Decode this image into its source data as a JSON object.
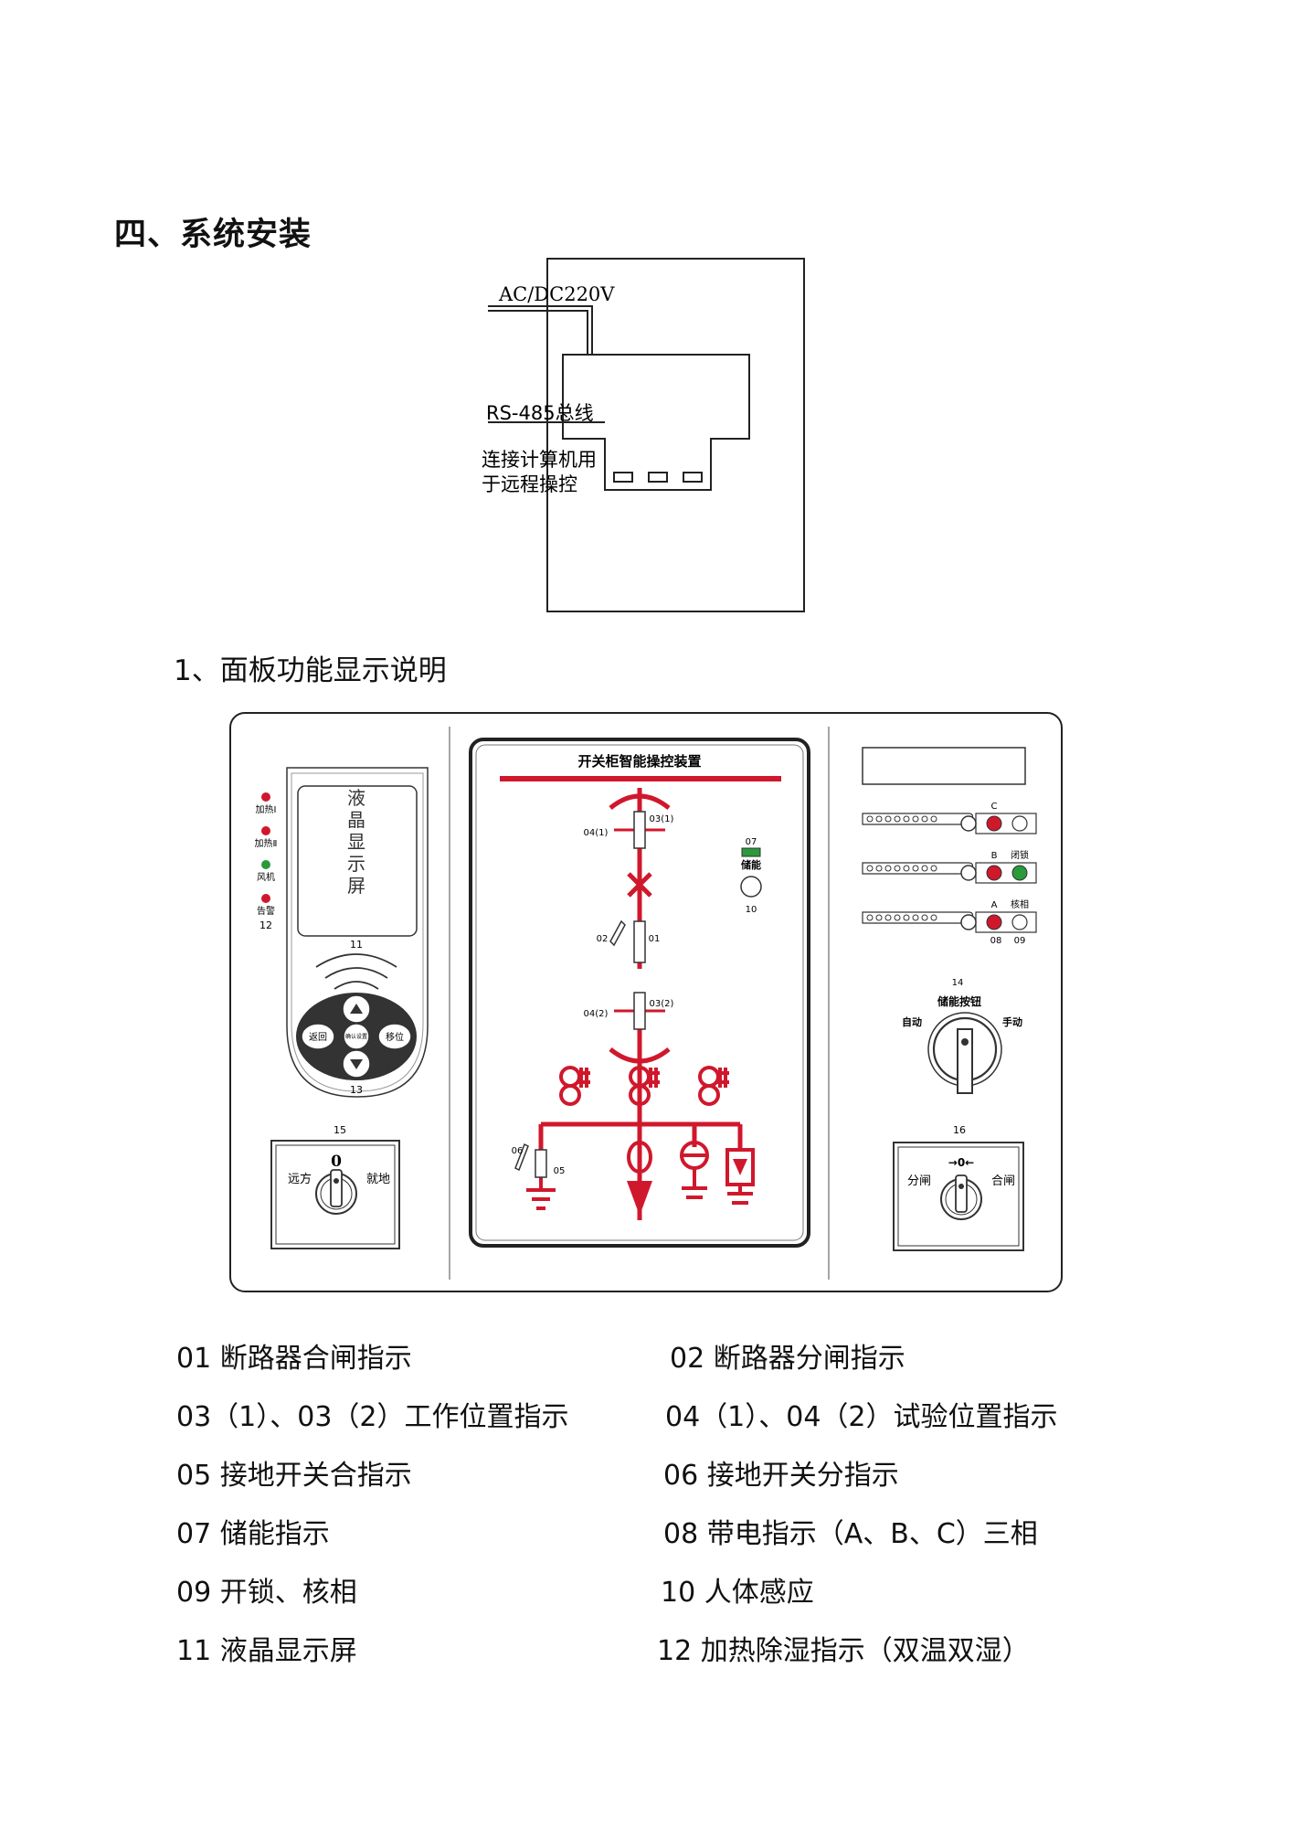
{
  "section_title": "四、系统安装",
  "install": {
    "power_label": "AC/DC220V",
    "bus_label": "RS-485总线",
    "pc_line1": "连接计算机用",
    "pc_line2": "于远程操控"
  },
  "panel_title": "1、面板功能显示说明",
  "panel": {
    "device_title": "开关柜智能操控装置",
    "lcd_label": "液晶显示屏",
    "leds": [
      {
        "label": "加热Ⅰ",
        "color": "#d0182c"
      },
      {
        "label": "加热Ⅱ",
        "color": "#d0182c"
      },
      {
        "label": "风机",
        "color": "#2a9a3a"
      },
      {
        "label": "告警",
        "color": "#d0182c"
      }
    ],
    "keys": {
      "back": "返回",
      "confirm": "确认设置",
      "shift": "移位"
    },
    "num": {
      "n01": "01",
      "n02": "02",
      "n03a": "03(1)",
      "n03b": "03(2)",
      "n04a": "04(1)",
      "n04b": "04(2)",
      "n05": "05",
      "n06": "06",
      "n07": "07",
      "n08": "08",
      "n09": "09",
      "n10": "10",
      "n11": "11",
      "n12": "12",
      "n13": "13",
      "n14": "14",
      "n15": "15",
      "n16": "16"
    },
    "storage": "储能",
    "phase": {
      "c": "C",
      "b": "B",
      "a": "A",
      "lock": "闭锁",
      "hexiang": "核相"
    },
    "knob14": {
      "title": "储能按钮",
      "left": "自动",
      "right": "手动"
    },
    "knob15": {
      "top": "0",
      "left": "远方",
      "right": "就地"
    },
    "knob16": {
      "top": "→0←",
      "left": "分闸",
      "right": "合闸"
    },
    "colors": {
      "red": "#d0182c",
      "green": "#2a9a3a"
    }
  },
  "legend": [
    {
      "left": "01 断路器合闸指示",
      "right": "02 断路器分闸指示"
    },
    {
      "left": "03（1）、03（2）工作位置指示",
      "right": "04（1）、04（2）试验位置指示"
    },
    {
      "left": "05 接地开关合指示",
      "right": "06 接地开关分指示"
    },
    {
      "left": "07 储能指示",
      "right": "08 带电指示（A、B、C）三相"
    },
    {
      "left": "09 开锁、核相",
      "right": "10 人体感应"
    },
    {
      "left": "11 液晶显示屏",
      "right": "12 加热除湿指示（双温双湿）"
    }
  ]
}
